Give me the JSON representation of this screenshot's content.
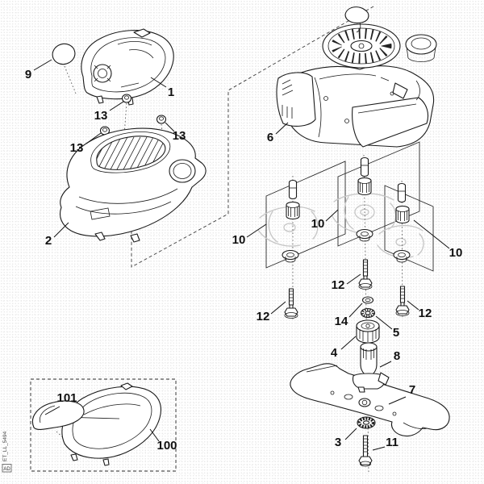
{
  "diagram": {
    "drawing_id": "ET_LL_5494",
    "logo": "AD",
    "colors": {
      "background": "#ffffff",
      "line": "#1a1a1a",
      "ghost": "#c6c6c6",
      "texture_dot": "#e7e7e7"
    },
    "callouts": [
      {
        "id": "callout-9",
        "label": "9"
      },
      {
        "id": "callout-1",
        "label": "1"
      },
      {
        "id": "callout-13-top",
        "label": "13"
      },
      {
        "id": "callout-13-right",
        "label": "13"
      },
      {
        "id": "callout-13-left",
        "label": "13"
      },
      {
        "id": "callout-2",
        "label": "2"
      },
      {
        "id": "callout-6",
        "label": "6"
      },
      {
        "id": "callout-10-left",
        "label": "10"
      },
      {
        "id": "callout-10-middle",
        "label": "10"
      },
      {
        "id": "callout-10-right",
        "label": "10"
      },
      {
        "id": "callout-12-left",
        "label": "12"
      },
      {
        "id": "callout-12-middle",
        "label": "12"
      },
      {
        "id": "callout-12-right",
        "label": "12"
      },
      {
        "id": "callout-14",
        "label": "14"
      },
      {
        "id": "callout-5",
        "label": "5"
      },
      {
        "id": "callout-4",
        "label": "4"
      },
      {
        "id": "callout-8",
        "label": "8"
      },
      {
        "id": "callout-7",
        "label": "7"
      },
      {
        "id": "callout-3",
        "label": "3"
      },
      {
        "id": "callout-11",
        "label": "11"
      },
      {
        "id": "callout-100",
        "label": "100"
      },
      {
        "id": "callout-101",
        "label": "101"
      }
    ]
  }
}
